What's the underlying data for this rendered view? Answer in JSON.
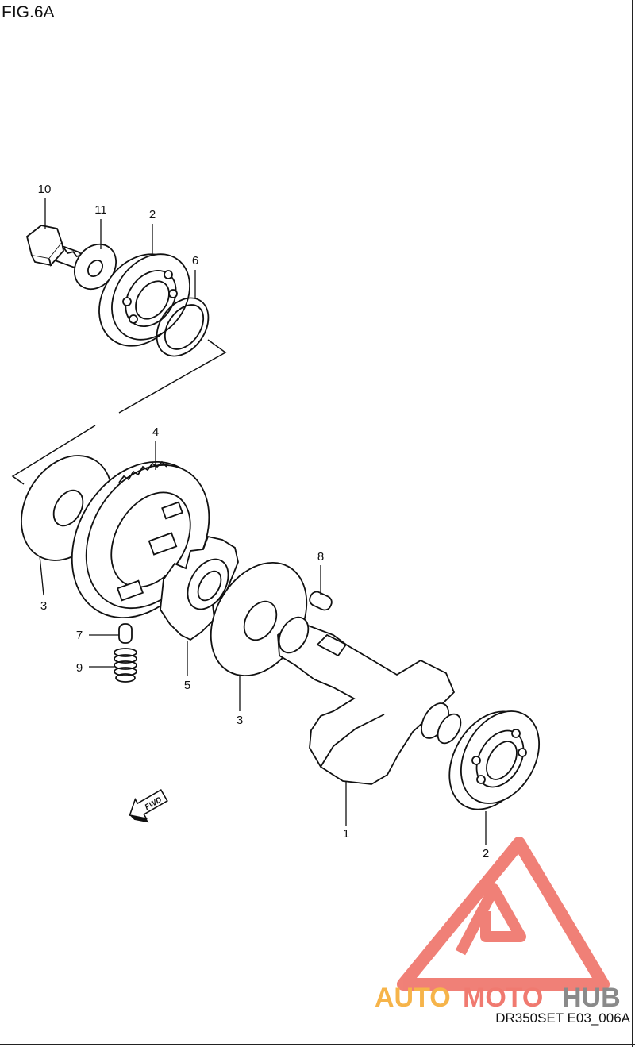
{
  "figure": {
    "title": "FIG.6A",
    "code": "DR350SET E03_006A"
  },
  "callouts": [
    {
      "id": "c10",
      "label": "10"
    },
    {
      "id": "c11",
      "label": "11"
    },
    {
      "id": "c2a",
      "label": "2"
    },
    {
      "id": "c6",
      "label": "6"
    },
    {
      "id": "c4",
      "label": "4"
    },
    {
      "id": "c3a",
      "label": "3"
    },
    {
      "id": "c8",
      "label": "8"
    },
    {
      "id": "c7",
      "label": "7"
    },
    {
      "id": "c9",
      "label": "9"
    },
    {
      "id": "c5",
      "label": "5"
    },
    {
      "id": "c3b",
      "label": "3"
    },
    {
      "id": "c1",
      "label": "1"
    },
    {
      "id": "c2b",
      "label": "2"
    }
  ],
  "fwd_label": "FWD",
  "watermark": {
    "text_part1": "AUTO",
    "text_part2": "MOTO",
    "text_part3": "HUB",
    "color_orange": "#f6b44a",
    "color_red": "#f07a70",
    "color_gray": "#8a8a8a"
  }
}
